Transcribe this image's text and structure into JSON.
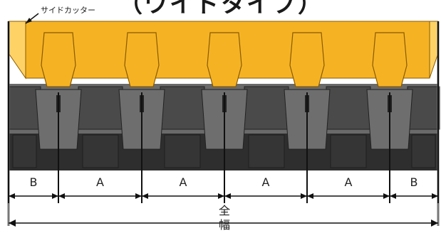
{
  "title": "（ワイドタイプ）",
  "callout_label": "サイドカッター",
  "dimensions": {
    "segments": [
      "B",
      "A",
      "A",
      "A",
      "A",
      "B"
    ],
    "total_label": "全幅"
  },
  "colors": {
    "bucket_yellow": "#f5b324",
    "bucket_dark": "#c98a10",
    "track_dark": "#3c3c3c",
    "track_mid": "#5a5a5a",
    "track_light": "#7a7a7a",
    "line": "#111111"
  }
}
